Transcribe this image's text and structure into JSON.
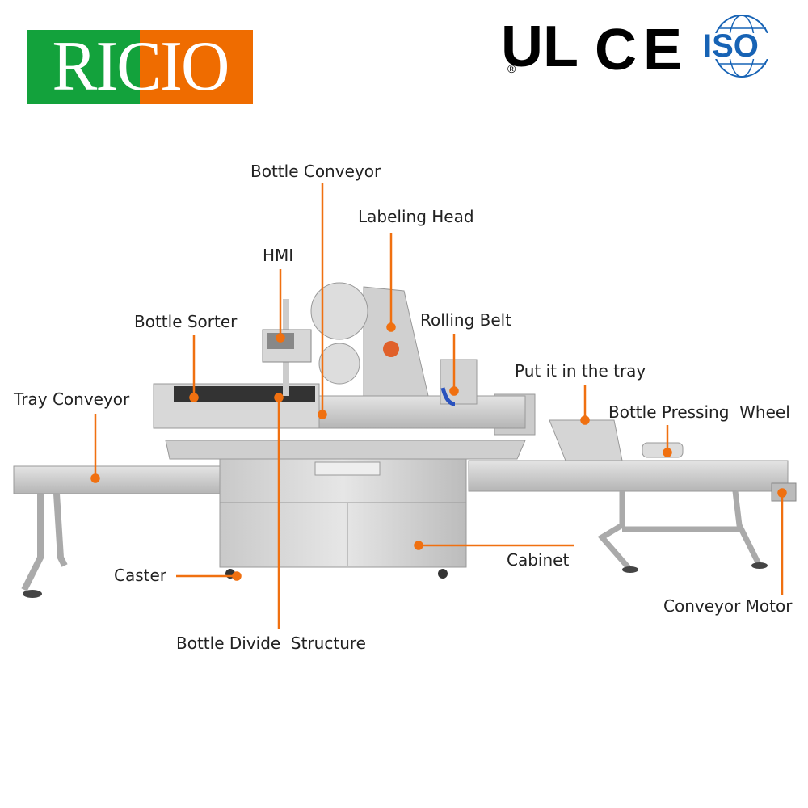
{
  "brand": {
    "logo_text": "RICIO",
    "green": "#13a23c",
    "orange": "#ef6c00"
  },
  "certifications": [
    {
      "name": "UL",
      "mark": "®"
    },
    {
      "name": "CE"
    },
    {
      "name": "ISO"
    }
  ],
  "accent": "#f07010",
  "callouts": {
    "bottle_conveyor": "Bottle Conveyor",
    "labeling_head": "Labeling Head",
    "hmi": "HMI",
    "bottle_sorter": "Bottle Sorter",
    "rolling_belt": "Rolling Belt",
    "put_in_tray": "Put it in the tray",
    "tray_conveyor": "Tray Conveyor",
    "bottle_pressing_wheel": "Bottle Pressing  Wheel",
    "caster": "Caster",
    "cabinet": "Cabinet",
    "conveyor_motor": "Conveyor Motor",
    "bottle_divide_structure": "Bottle Divide  Structure"
  }
}
